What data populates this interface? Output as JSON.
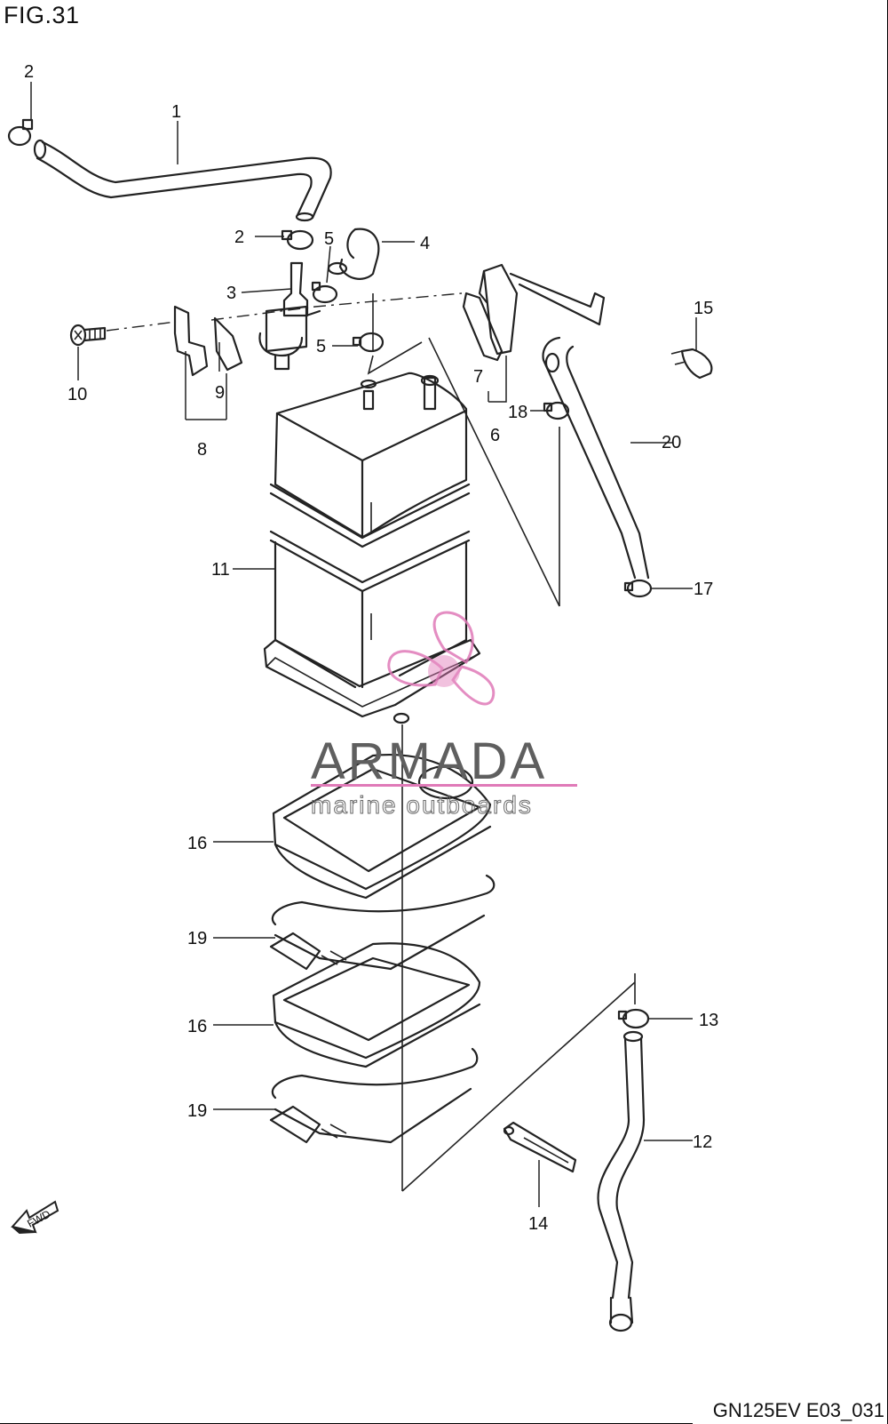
{
  "figure": {
    "title": "FIG.31",
    "code": "GN125EV E03_031"
  },
  "watermark": {
    "name": "ARMADA",
    "tagline": "marine outboards",
    "accent": "#e07ab8"
  },
  "fwd_label": "FWD",
  "callouts": {
    "c1": "1",
    "c2a": "2",
    "c2b": "2",
    "c3": "3",
    "c4": "4",
    "c5a": "5",
    "c5b": "5",
    "c6": "6",
    "c7": "7",
    "c8": "8",
    "c9": "9",
    "c10": "10",
    "c11": "11",
    "c12": "12",
    "c13": "13",
    "c14": "14",
    "c15": "15",
    "c16a": "16",
    "c16b": "16",
    "c17": "17",
    "c18": "18",
    "c19a": "19",
    "c19b": "19",
    "c20": "20"
  },
  "colors": {
    "line": "#222222",
    "background": "#ffffff"
  }
}
